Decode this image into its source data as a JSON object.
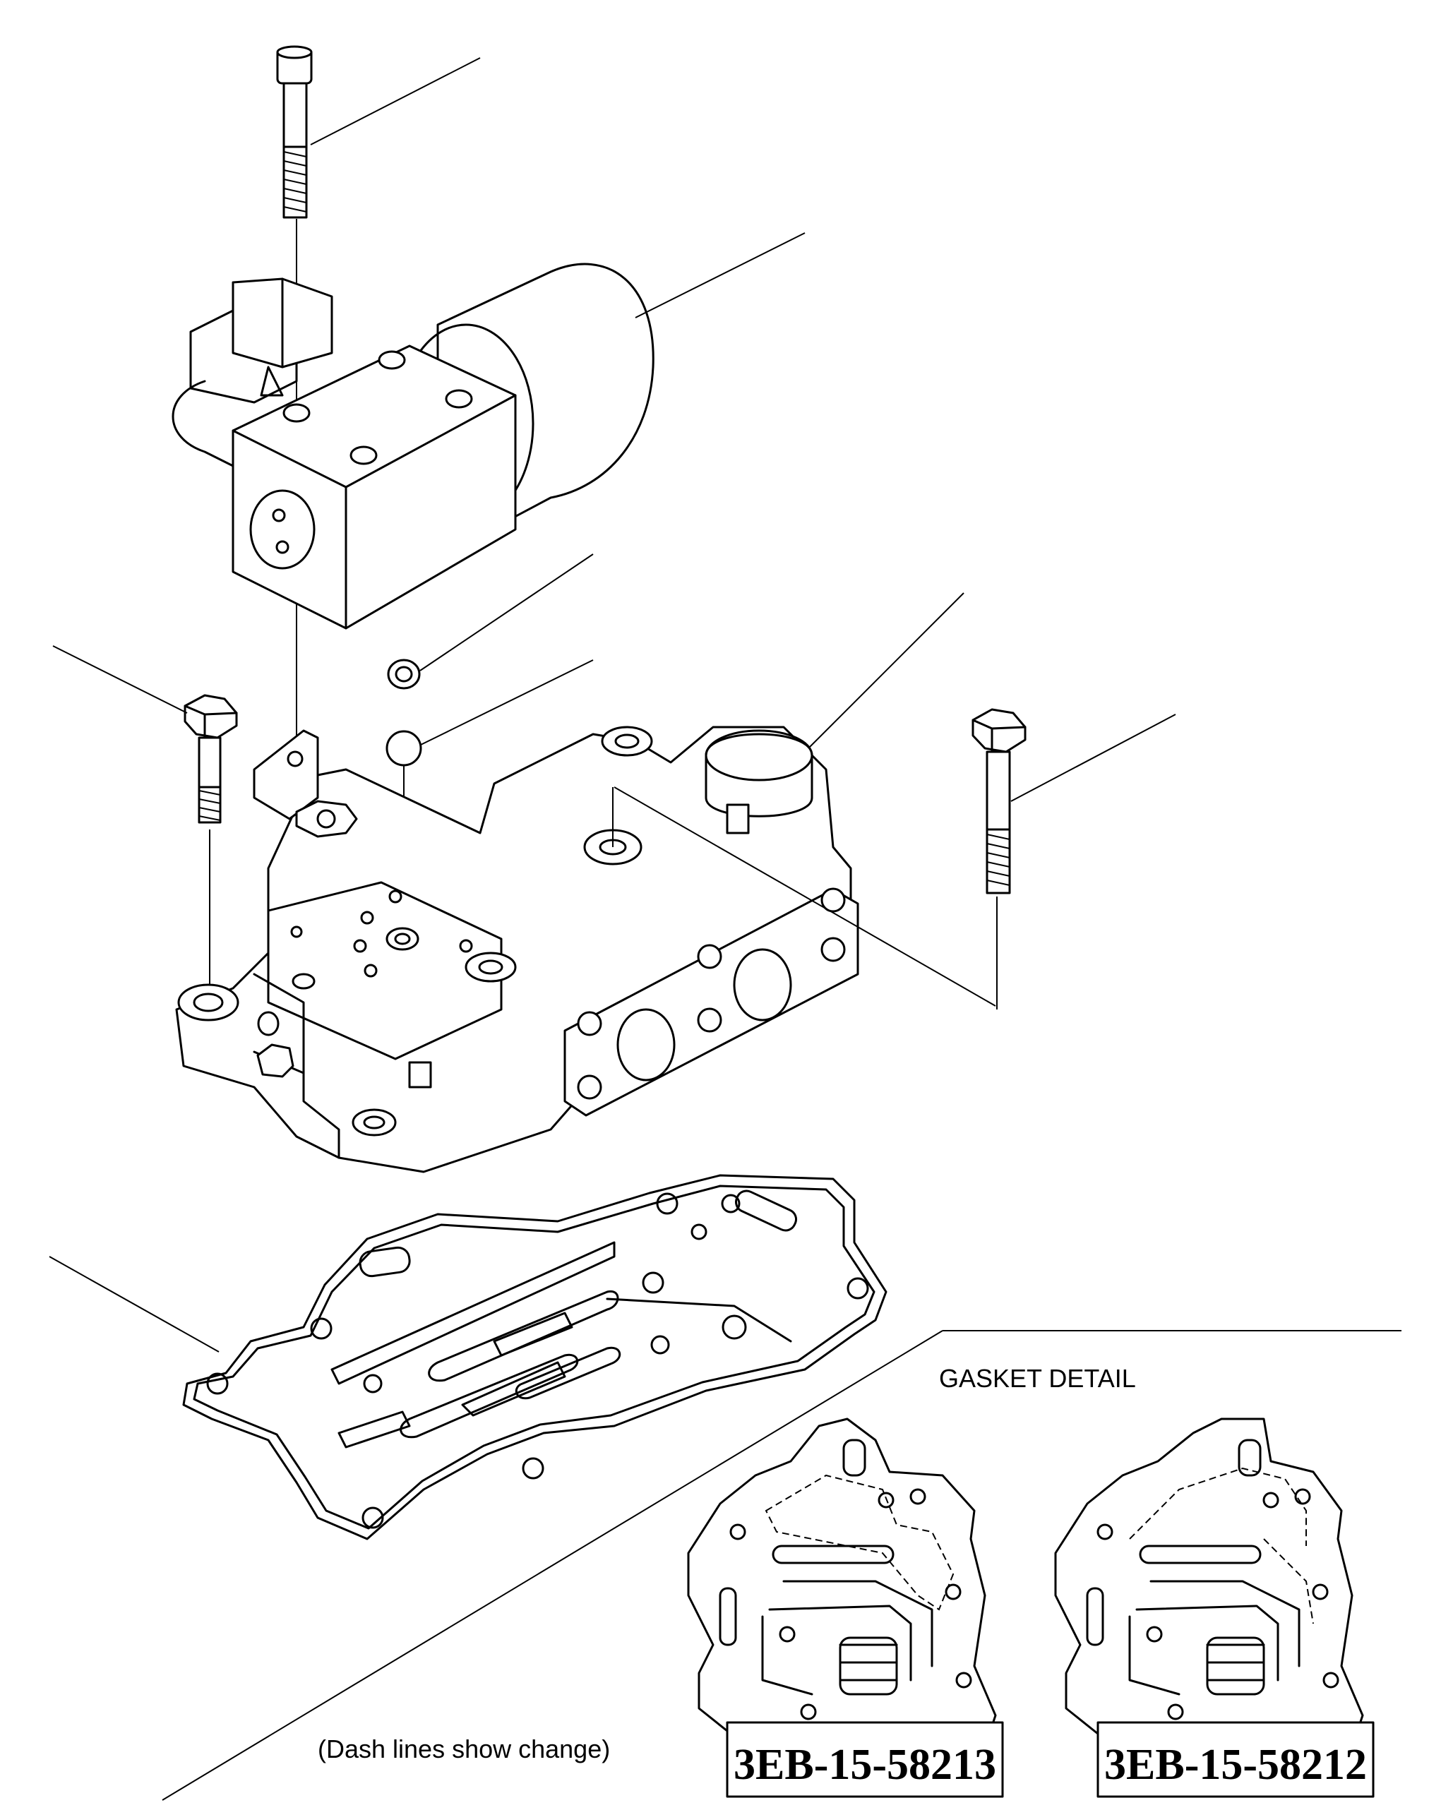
{
  "detail_title": "GASKET DETAIL",
  "note": "(Dash lines show change)",
  "gasket_left_part_number": "3EB-15-58213",
  "gasket_right_part_number": "3EB-15-58212"
}
